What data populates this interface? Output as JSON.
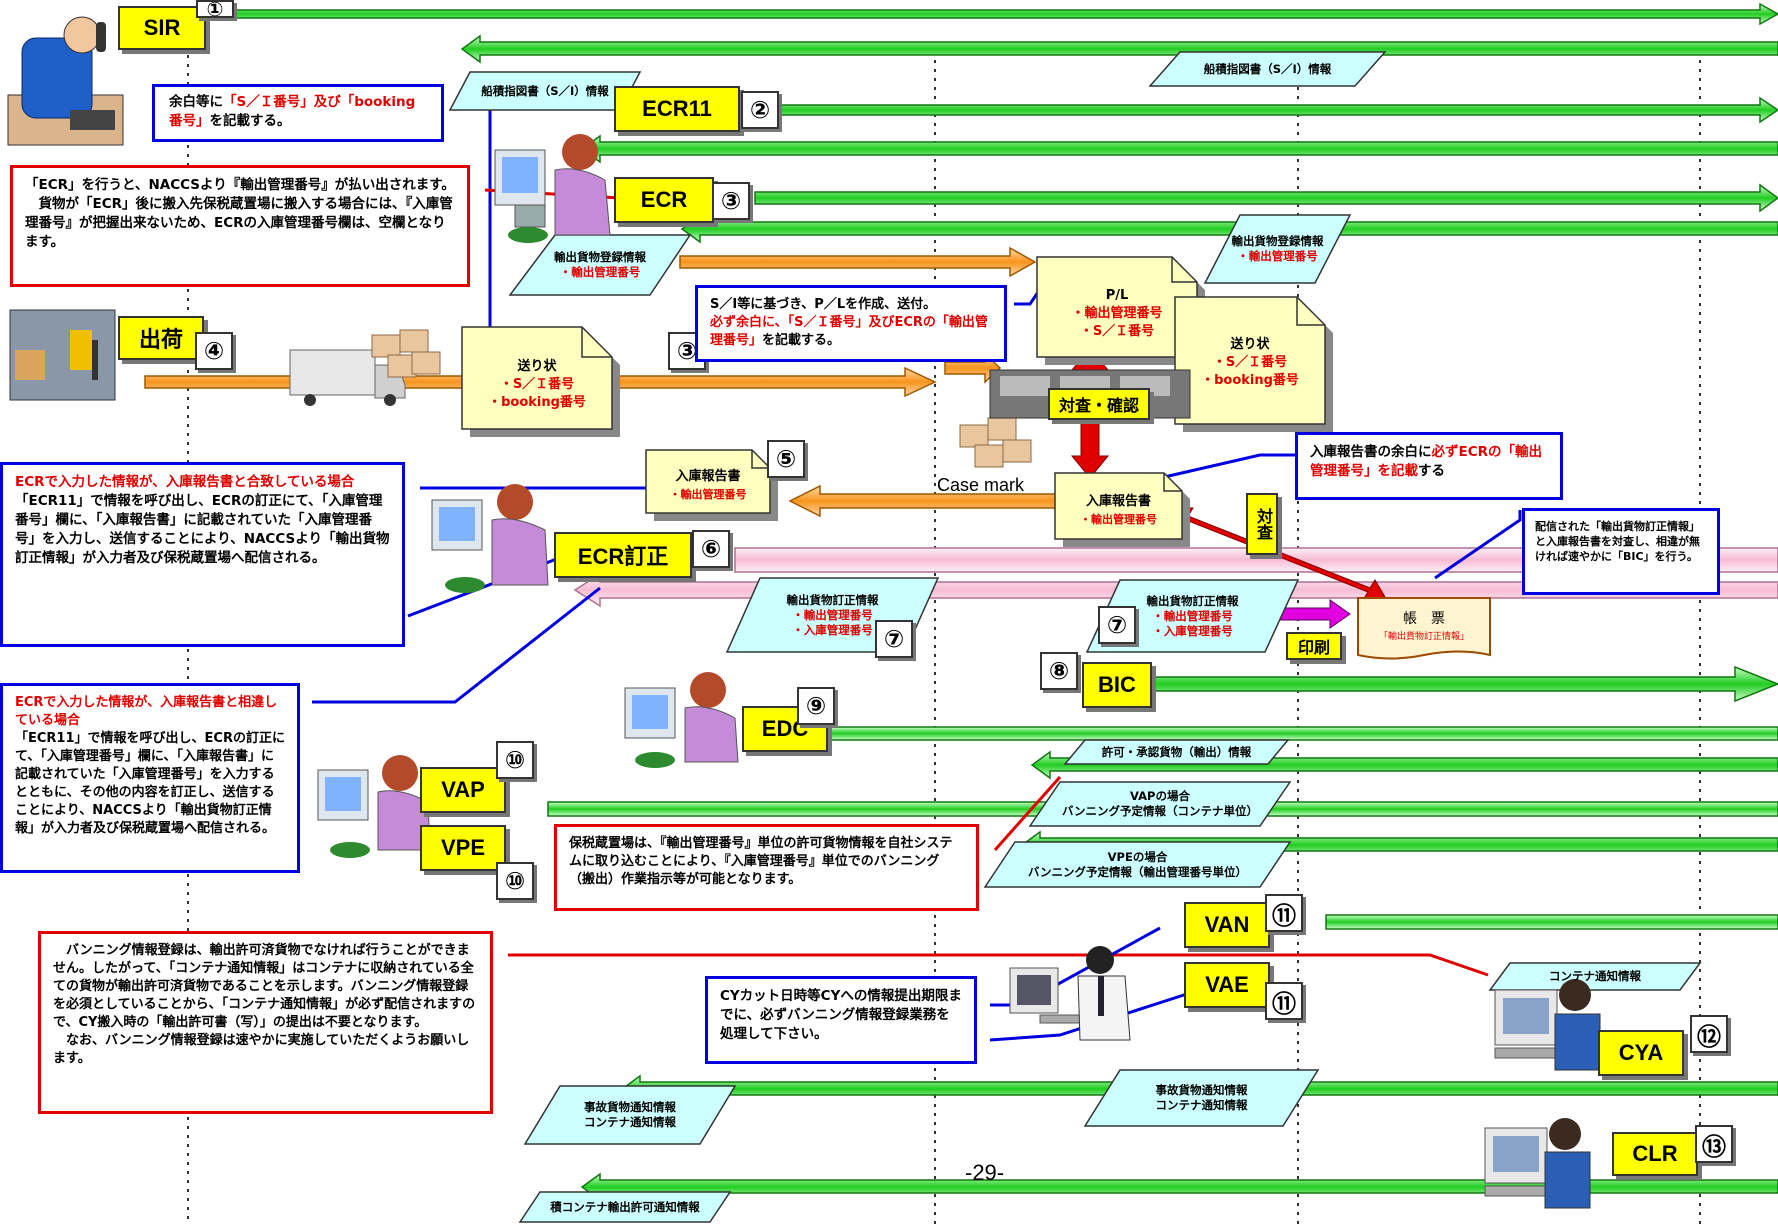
{
  "page_number": "-29-",
  "circled": {
    "n1": "①",
    "n2": "②",
    "n3": "③",
    "n4": "④",
    "n5": "⑤",
    "n6": "⑥",
    "n7": "⑦",
    "n8": "⑧",
    "n9": "⑨",
    "n10": "⑩",
    "n11": "⑪",
    "n12": "⑫",
    "n13": "⑬"
  },
  "procedures": {
    "sir": "SIR",
    "ecr11": "ECR11",
    "ecr": "ECR",
    "shukka": "出荷",
    "ecr_teisei": "ECR訂正",
    "bic": "BIC",
    "edc": "EDC",
    "vap": "VAP",
    "vpe": "VPE",
    "van": "VAN",
    "vae": "VAE",
    "cya": "CYA",
    "clr": "CLR",
    "insatsu": "印刷",
    "taisa_kakunin": "対査・確認",
    "taisa": "対査"
  },
  "parallelograms": {
    "si1": "船積指図書（S／I）情報",
    "si2": "船積指図書（S／I）情報",
    "touroku1": [
      "輸出貨物登録情報",
      "・輸出管理番号"
    ],
    "touroku2": [
      "輸出貨物登録情報",
      "・輸出管理番号"
    ],
    "teisei1": [
      "輸出貨物訂正情報",
      "・輸出管理番号",
      "・入庫管理番号"
    ],
    "teisei2": [
      "輸出貨物訂正情報",
      "・輸出管理番号",
      "・入庫管理番号"
    ],
    "kyoka": "許可・承認貨物（輸出）情報",
    "vap_info": [
      "VAPの場合",
      "バンニング予定情報（コンテナ単位）"
    ],
    "vpe_info": [
      "VPEの場合",
      "バンニング予定情報（輸出管理番号単位）"
    ],
    "container_tsuuchi": "コンテナ通知情報",
    "jiko1": [
      "事故貨物通知情報",
      "コンテナ通知情報"
    ],
    "jiko2": [
      "事故貨物通知情報",
      "コンテナ通知情報"
    ],
    "tsumi": "積コンテナ輸出許可通知情報"
  },
  "documents": {
    "okurijo": [
      "送り状",
      "・S／Ｉ番号",
      "・booking番号"
    ],
    "pl": [
      "P/L",
      "・輸出管理番号",
      "・S／Ｉ番号"
    ],
    "okurijo2": [
      "送り状",
      "・S／Ｉ番号",
      "・booking番号"
    ],
    "nyuko1": [
      "入庫報告書",
      "・輸出管理番号"
    ],
    "nyuko2": [
      "入庫報告書",
      "・輸出管理番号"
    ],
    "chohyo": [
      "帳　票",
      "「輸出貨物訂正情報」"
    ]
  },
  "case_mark": "Case mark",
  "notes": {
    "yohaku": [
      "余白等に",
      "「S／Ｉ番号」及び「booking番号」",
      "を記載する。"
    ],
    "ecr_note": [
      "「ECR」を行うと、NACCSより『輸出管理番号』が払い出されます。",
      "　貨物が「ECR」後に搬入先保税蔵置場に搬入する場合には、『入庫管理番号』が把握出来ないため、ECRの入庫管理番号欄は、空欄となります。"
    ],
    "pl_note": [
      "S／I等に基づき、P／Lを作成、送付。",
      "必ず余白に、「S／Ｉ番号」及びECRの「輸出管理番号」",
      "を記載する。"
    ],
    "nyuko_note": [
      "入庫報告書の余白に",
      "必ずECRの「輸出管理番号」を記載",
      "する"
    ],
    "match_note": [
      "ECRで入力した情報が、入庫報告書と合致している場合",
      "「ECR11」で情報を呼び出し、ECRの訂正にて、「入庫管理番号」欄に、「入庫報告書」に記載されていた「入庫管理番号」を入力し、送信することにより、NACCSより「輸出貨物訂正情報」が入力者及び保税蔵置場へ配信される。"
    ],
    "haishin_note": "配信された「輸出貨物訂正情報」と入庫報告書を対査し、相違が無ければ速やかに「BIC」を行う。",
    "diff_note": [
      "ECRで入力した情報が、入庫報告書と相違している場合",
      "「ECR11」で情報を呼び出し、ECRの訂正にて、「入庫管理番号」欄に、「入庫報告書」に記載されていた「入庫管理番号」を入力するとともに、その他の内容を訂正し、送信することにより、NACCSより「輸出貨物訂正情報」が入力者及び保税蔵置場へ配信される。"
    ],
    "hozei_note": "保税蔵置場は、『輸出管理番号』単位の許可貨物情報を自社システムに取り込むことにより、『入庫管理番号』単位でのバンニング（搬出）作業指示等が可能となります。",
    "vanning_note": [
      "　バンニング情報登録は、輸出許可済貨物でなければ行うことができません。したがって、「コンテナ通知情報」はコンテナに収納されている全ての貨物が輸出許可済貨物であることを示します。バンニング情報登録を必須としていることから、「コンテナ通知情報」が必ず配信されますので、CY搬入時の「輸出許可書（写）」の提出は不要となります。",
      "　なお、バンニング情報登録は速やかに実施していただくようお願いします。"
    ],
    "cy_note": "CYカット日時等CYへの情報提出期限までに、必ずバンニング情報登録業務を処理して下さい。"
  },
  "colors": {
    "yellow": "#ffff00",
    "green": "#22cc22",
    "orange": "#f7941d",
    "pink": "#f9c6da",
    "red": "#e00000",
    "blue": "#0000e0",
    "cyan": "#ccffff"
  }
}
